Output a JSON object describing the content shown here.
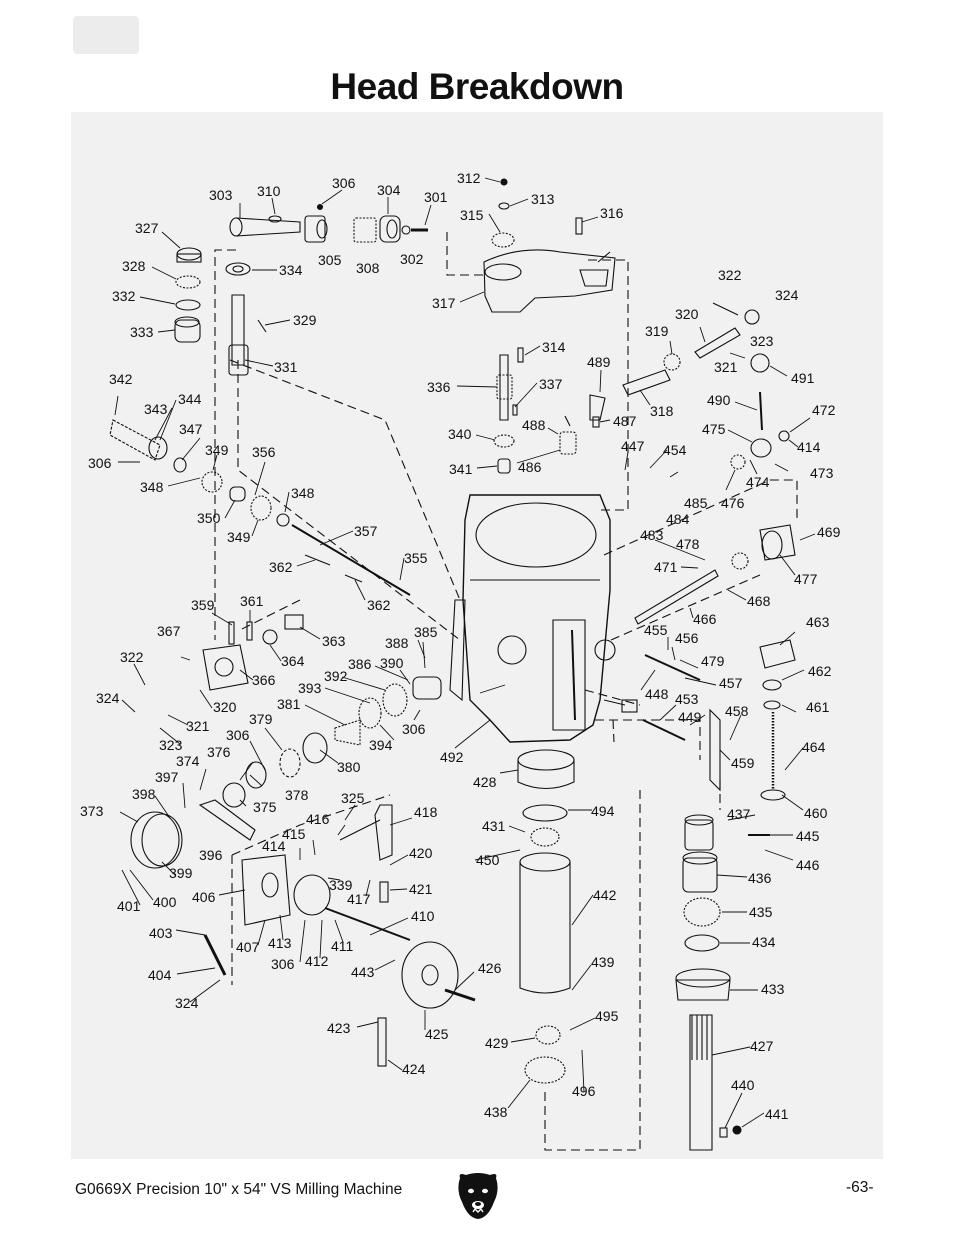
{
  "page": {
    "title": "Head Breakdown",
    "footer_text": "G0669X Precision 10\" x 54\" VS Milling Machine",
    "page_number": "-63-"
  },
  "logo": {
    "icon": "grizzly-bear-head-icon",
    "color": "#111111"
  },
  "diagram": {
    "type": "exploded-parts-view",
    "background": "#f1f1f1",
    "part_numbers": [
      "301",
      "302",
      "303",
      "304",
      "305",
      "306",
      "308",
      "310",
      "312",
      "313",
      "314",
      "315",
      "316",
      "317",
      "318",
      "319",
      "320",
      "321",
      "322",
      "323",
      "324",
      "325",
      "327",
      "328",
      "329",
      "331",
      "332",
      "333",
      "334",
      "336",
      "337",
      "339",
      "340",
      "341",
      "342",
      "343",
      "344",
      "347",
      "348",
      "349",
      "350",
      "355",
      "356",
      "357",
      "359",
      "361",
      "362",
      "363",
      "364",
      "366",
      "367",
      "373",
      "374",
      "375",
      "376",
      "378",
      "379",
      "380",
      "381",
      "385",
      "386",
      "388",
      "390",
      "392",
      "393",
      "394",
      "396",
      "397",
      "398",
      "399",
      "400",
      "401",
      "403",
      "404",
      "406",
      "407",
      "410",
      "411",
      "412",
      "413",
      "414",
      "415",
      "416",
      "417",
      "418",
      "420",
      "421",
      "423",
      "424",
      "425",
      "426",
      "427",
      "428",
      "429",
      "431",
      "433",
      "434",
      "435",
      "436",
      "437",
      "438",
      "439",
      "440",
      "441",
      "442",
      "443",
      "445",
      "446",
      "447",
      "448",
      "449",
      "450",
      "453",
      "454",
      "455",
      "456",
      "457",
      "458",
      "459",
      "460",
      "461",
      "462",
      "463",
      "464",
      "466",
      "468",
      "469",
      "471",
      "472",
      "473",
      "474",
      "475",
      "476",
      "477",
      "478",
      "479",
      "483",
      "484",
      "485",
      "486",
      "487",
      "488",
      "489",
      "490",
      "491",
      "492",
      "494",
      "495",
      "496"
    ],
    "labels": [
      {
        "id": "303",
        "text": "303"
      },
      {
        "id": "310",
        "text": "310"
      },
      {
        "id": "306a",
        "text": "306"
      },
      {
        "id": "304",
        "text": "304"
      },
      {
        "id": "301",
        "text": "301"
      },
      {
        "id": "312",
        "text": "312"
      },
      {
        "id": "313",
        "text": "313"
      },
      {
        "id": "315",
        "text": "315"
      },
      {
        "id": "316",
        "text": "316"
      },
      {
        "id": "327",
        "text": "327"
      },
      {
        "id": "305",
        "text": "305"
      },
      {
        "id": "308",
        "text": "308"
      },
      {
        "id": "302",
        "text": "302"
      },
      {
        "id": "328",
        "text": "328"
      },
      {
        "id": "334",
        "text": "334"
      },
      {
        "id": "332",
        "text": "332"
      },
      {
        "id": "333",
        "text": "333"
      },
      {
        "id": "317",
        "text": "317"
      },
      {
        "id": "322a",
        "text": "322"
      },
      {
        "id": "324a",
        "text": "324"
      },
      {
        "id": "329",
        "text": "329"
      },
      {
        "id": "320a",
        "text": "320"
      },
      {
        "id": "323a",
        "text": "323"
      },
      {
        "id": "319",
        "text": "319"
      },
      {
        "id": "314",
        "text": "314"
      },
      {
        "id": "331",
        "text": "331"
      },
      {
        "id": "489",
        "text": "489"
      },
      {
        "id": "321a",
        "text": "321"
      },
      {
        "id": "491",
        "text": "491"
      },
      {
        "id": "342",
        "text": "342"
      },
      {
        "id": "336",
        "text": "336"
      },
      {
        "id": "337",
        "text": "337"
      },
      {
        "id": "344",
        "text": "344"
      },
      {
        "id": "343",
        "text": "343"
      },
      {
        "id": "490",
        "text": "490"
      },
      {
        "id": "318",
        "text": "318"
      },
      {
        "id": "472",
        "text": "472"
      },
      {
        "id": "347",
        "text": "347"
      },
      {
        "id": "488",
        "text": "488"
      },
      {
        "id": "487",
        "text": "487"
      },
      {
        "id": "475",
        "text": "475"
      },
      {
        "id": "340",
        "text": "340"
      },
      {
        "id": "447",
        "text": "447"
      },
      {
        "id": "454",
        "text": "454"
      },
      {
        "id": "414a",
        "text": "414"
      },
      {
        "id": "349a",
        "text": "349"
      },
      {
        "id": "356",
        "text": "356"
      },
      {
        "id": "306b",
        "text": "306"
      },
      {
        "id": "341",
        "text": "341"
      },
      {
        "id": "486",
        "text": "486"
      },
      {
        "id": "474",
        "text": "474"
      },
      {
        "id": "473",
        "text": "473"
      },
      {
        "id": "348a",
        "text": "348"
      },
      {
        "id": "348b",
        "text": "348"
      },
      {
        "id": "485",
        "text": "485"
      },
      {
        "id": "476",
        "text": "476"
      },
      {
        "id": "350",
        "text": "350"
      },
      {
        "id": "484",
        "text": "484"
      },
      {
        "id": "357",
        "text": "357"
      },
      {
        "id": "469",
        "text": "469"
      },
      {
        "id": "349b",
        "text": "349"
      },
      {
        "id": "483",
        "text": "483"
      },
      {
        "id": "478",
        "text": "478"
      },
      {
        "id": "362a",
        "text": "362"
      },
      {
        "id": "355",
        "text": "355"
      },
      {
        "id": "471",
        "text": "471"
      },
      {
        "id": "477",
        "text": "477"
      },
      {
        "id": "468",
        "text": "468"
      },
      {
        "id": "362b",
        "text": "362"
      },
      {
        "id": "359",
        "text": "359"
      },
      {
        "id": "361",
        "text": "361"
      },
      {
        "id": "466",
        "text": "466"
      },
      {
        "id": "463",
        "text": "463"
      },
      {
        "id": "363",
        "text": "363"
      },
      {
        "id": "385",
        "text": "385"
      },
      {
        "id": "367",
        "text": "367"
      },
      {
        "id": "388",
        "text": "388"
      },
      {
        "id": "455",
        "text": "455"
      },
      {
        "id": "456",
        "text": "456"
      },
      {
        "id": "364",
        "text": "364"
      },
      {
        "id": "322b",
        "text": "322"
      },
      {
        "id": "479",
        "text": "479"
      },
      {
        "id": "386",
        "text": "386"
      },
      {
        "id": "390",
        "text": "390"
      },
      {
        "id": "462",
        "text": "462"
      },
      {
        "id": "366",
        "text": "366"
      },
      {
        "id": "392",
        "text": "392"
      },
      {
        "id": "457",
        "text": "457"
      },
      {
        "id": "393",
        "text": "393"
      },
      {
        "id": "324b",
        "text": "324"
      },
      {
        "id": "448",
        "text": "448"
      },
      {
        "id": "453",
        "text": "453"
      },
      {
        "id": "320b",
        "text": "320"
      },
      {
        "id": "381",
        "text": "381"
      },
      {
        "id": "461",
        "text": "461"
      },
      {
        "id": "321b",
        "text": "321"
      },
      {
        "id": "458",
        "text": "458"
      },
      {
        "id": "379",
        "text": "379"
      },
      {
        "id": "449",
        "text": "449"
      },
      {
        "id": "306c",
        "text": "306"
      },
      {
        "id": "306d",
        "text": "306"
      },
      {
        "id": "323b",
        "text": "323"
      },
      {
        "id": "394",
        "text": "394"
      },
      {
        "id": "464",
        "text": "464"
      },
      {
        "id": "376",
        "text": "376"
      },
      {
        "id": "492",
        "text": "492"
      },
      {
        "id": "380",
        "text": "380"
      },
      {
        "id": "459",
        "text": "459"
      },
      {
        "id": "374",
        "text": "374"
      },
      {
        "id": "397",
        "text": "397"
      },
      {
        "id": "428",
        "text": "428"
      },
      {
        "id": "398",
        "text": "398"
      },
      {
        "id": "378",
        "text": "378"
      },
      {
        "id": "325",
        "text": "325"
      },
      {
        "id": "375",
        "text": "375"
      },
      {
        "id": "418",
        "text": "418"
      },
      {
        "id": "494",
        "text": "494"
      },
      {
        "id": "373",
        "text": "373"
      },
      {
        "id": "460",
        "text": "460"
      },
      {
        "id": "437",
        "text": "437"
      },
      {
        "id": "416",
        "text": "416"
      },
      {
        "id": "431",
        "text": "431"
      },
      {
        "id": "445",
        "text": "445"
      },
      {
        "id": "415",
        "text": "415"
      },
      {
        "id": "414b",
        "text": "414"
      },
      {
        "id": "396",
        "text": "396"
      },
      {
        "id": "420",
        "text": "420"
      },
      {
        "id": "450",
        "text": "450"
      },
      {
        "id": "446",
        "text": "446"
      },
      {
        "id": "399",
        "text": "399"
      },
      {
        "id": "339",
        "text": "339"
      },
      {
        "id": "436",
        "text": "436"
      },
      {
        "id": "421",
        "text": "421"
      },
      {
        "id": "417",
        "text": "417"
      },
      {
        "id": "442",
        "text": "442"
      },
      {
        "id": "406",
        "text": "406"
      },
      {
        "id": "400",
        "text": "400"
      },
      {
        "id": "401",
        "text": "401"
      },
      {
        "id": "435",
        "text": "435"
      },
      {
        "id": "410",
        "text": "410"
      },
      {
        "id": "403",
        "text": "403"
      },
      {
        "id": "413",
        "text": "413"
      },
      {
        "id": "411",
        "text": "411"
      },
      {
        "id": "434",
        "text": "434"
      },
      {
        "id": "407",
        "text": "407"
      },
      {
        "id": "306e",
        "text": "306"
      },
      {
        "id": "412",
        "text": "412"
      },
      {
        "id": "439",
        "text": "439"
      },
      {
        "id": "443",
        "text": "443"
      },
      {
        "id": "426",
        "text": "426"
      },
      {
        "id": "404",
        "text": "404"
      },
      {
        "id": "433",
        "text": "433"
      },
      {
        "id": "324c",
        "text": "324"
      },
      {
        "id": "495",
        "text": "495"
      },
      {
        "id": "423",
        "text": "423"
      },
      {
        "id": "425",
        "text": "425"
      },
      {
        "id": "429",
        "text": "429"
      },
      {
        "id": "427",
        "text": "427"
      },
      {
        "id": "424",
        "text": "424"
      },
      {
        "id": "440",
        "text": "440"
      },
      {
        "id": "496",
        "text": "496"
      },
      {
        "id": "441",
        "text": "441"
      },
      {
        "id": "438",
        "text": "438"
      }
    ]
  }
}
